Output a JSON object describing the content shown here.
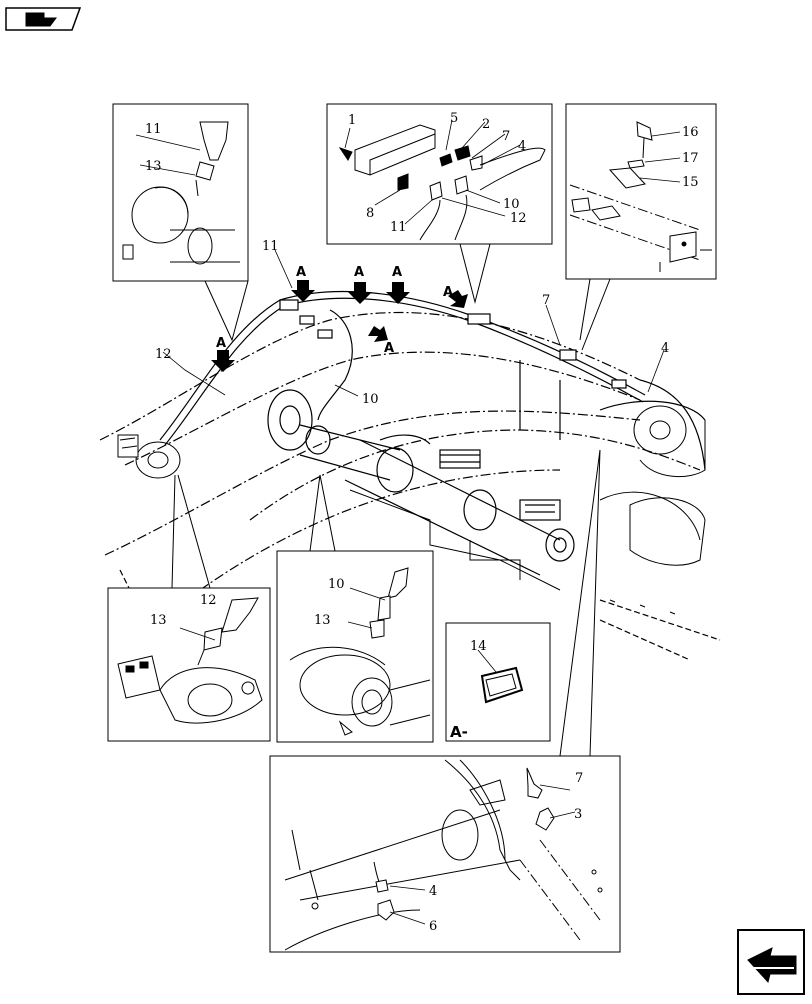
{
  "callouts": {
    "c1": "1",
    "c2": "2",
    "c3": "3",
    "c4": "4",
    "c5": "5",
    "c6": "6",
    "c7": "7",
    "c8": "8",
    "c10": "10",
    "c11": "11",
    "c12": "12",
    "c13": "13",
    "c14": "14",
    "c15": "15",
    "c16": "16",
    "c17": "17"
  },
  "section_marker": "A",
  "section_view_label": "A-",
  "icons": {
    "top_left": "page-nav-icon",
    "bottom_right": "next-page-arrow-icon"
  }
}
